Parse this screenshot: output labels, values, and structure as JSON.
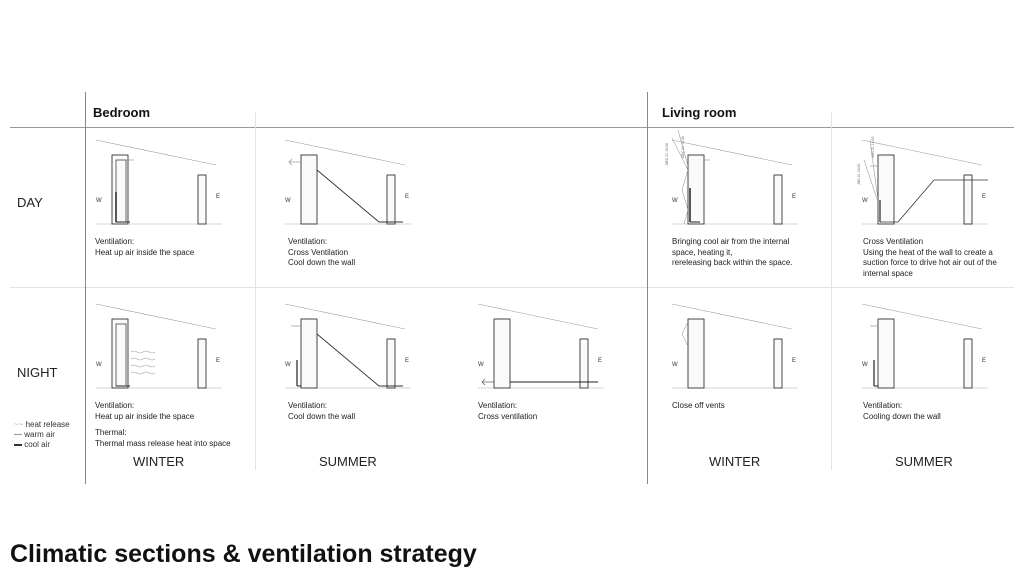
{
  "headers": {
    "bedroom": "Bedroom",
    "living_room": "Living room"
  },
  "rows": {
    "day": "DAY",
    "night": "NIGHT"
  },
  "seasons": {
    "bed_winter": "WINTER",
    "bed_summer": "SUMMER",
    "liv_winter": "WINTER",
    "liv_summer": "SUMMER"
  },
  "walls": {
    "west": "W",
    "east": "E"
  },
  "sun_labels": {
    "a": "DEC 21 15:00",
    "b": "DEC 21 14:00",
    "c": "JUN 21 16:00",
    "d": "JUN 21 14:00"
  },
  "captions": {
    "bed_day_winter": "Ventilation:\nHeat up air inside the space",
    "bed_day_summer": "Ventilation:\nCross Ventilation\nCool down the wall",
    "liv_day_winter": "Bringing cool air from the internal\nspace, heating it,\nrereleasing back within the space.",
    "liv_day_summer": "Cross Ventilation\nUsing the heat of the wall to create a\nsuction force to drive hot air out of the\ninternal space",
    "bed_night_winter": "Ventilation:\nHeat up air inside the space",
    "bed_night_winter_2": "Thermal:\nThermal mass release heat into space",
    "bed_night_summer": "Ventilation:\nCool down the wall",
    "bed_night_summer_2": "Ventilation:\nCross ventilation",
    "liv_night_winter": "Close off vents",
    "liv_night_summer": "Ventilation:\nCooling down the wall"
  },
  "legend": {
    "heat_release": "heat release",
    "warm_air": "warm air",
    "cool_air": "cool air"
  },
  "title": "Climatic sections & ventilation strategy"
}
